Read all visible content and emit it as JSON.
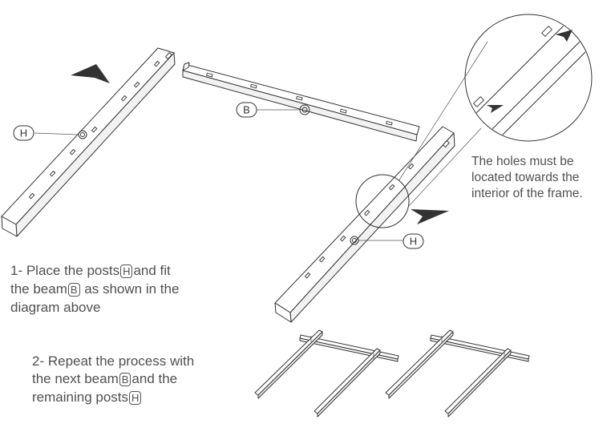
{
  "labels": {
    "post": "H",
    "beam": "B"
  },
  "note": {
    "lines": [
      "The holes must be",
      "located towards the",
      "interior of the frame."
    ]
  },
  "step1": {
    "line1_a": "1- Place the posts",
    "line1_b": "and fit",
    "line2_a": "the beam",
    "line2_b": " as shown in the",
    "line3": "diagram above"
  },
  "step2": {
    "line1": "2- Repeat the process with",
    "line2_a": "the next beam",
    "line2_b": "and the",
    "line3_a": "remaining posts"
  },
  "colors": {
    "line": "#333333",
    "text": "#505050"
  }
}
